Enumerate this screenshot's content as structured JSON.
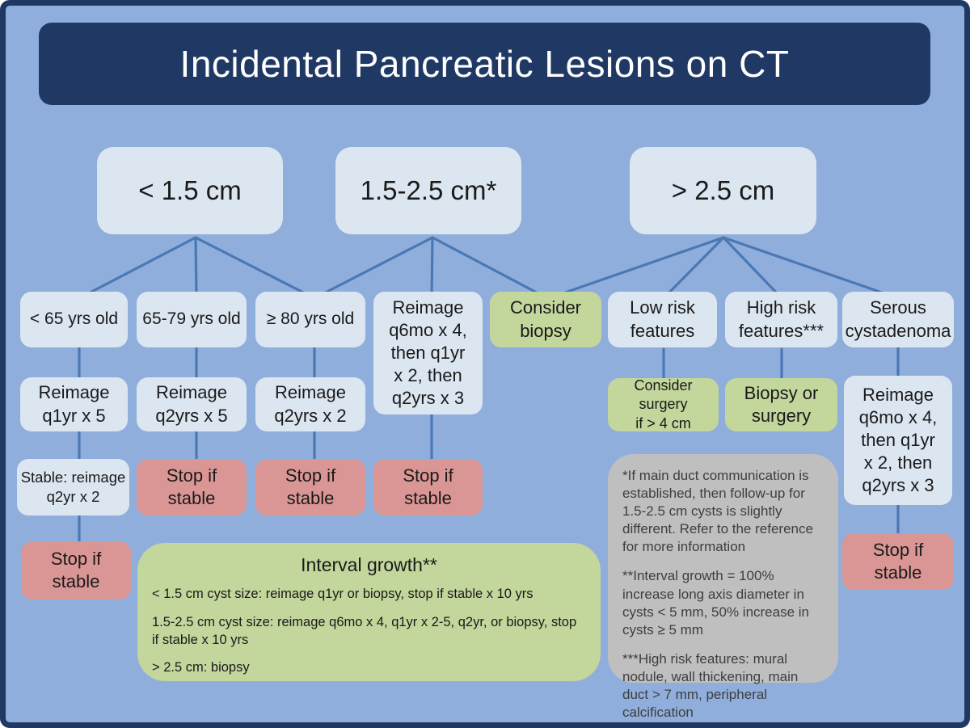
{
  "title": "Incidental Pancreatic Lesions on CT",
  "colors": {
    "bg": "#90aedb",
    "navy": "#1f3864",
    "node-light": "#dce6f1",
    "node-green": "#c3d69b",
    "node-pink": "#d99694",
    "node-gray": "#bfbfbf",
    "connector": "#4a78b4",
    "text": "#1a1a1a",
    "gray-text": "#3e3e3e",
    "title-text": "#ffffff"
  },
  "nodes": {
    "size_lt15": {
      "label": "< 1.5 cm"
    },
    "size_15_25": {
      "label": "1.5-2.5 cm*"
    },
    "size_gt25": {
      "label": "> 2.5 cm"
    },
    "age_lt65": {
      "label": "< 65 yrs old"
    },
    "age_65_79": {
      "label": "65-79 yrs old"
    },
    "age_ge80": {
      "label": "≥ 80 yrs old"
    },
    "reimage_15_25": {
      "label": "Reimage\nq6mo x 4,\nthen q1yr\nx 2, then\nq2yrs x 3"
    },
    "consider_biopsy": {
      "label": "Consider\nbiopsy"
    },
    "low_risk": {
      "label": "Low risk\nfeatures"
    },
    "high_risk": {
      "label": "High risk\nfeatures***"
    },
    "serous": {
      "label": "Serous\ncystadenoma"
    },
    "reimage_q1yr_x5": {
      "label": "Reimage\nq1yr x 5"
    },
    "reimage_q2yrs_x5": {
      "label": "Reimage\nq2yrs x 5"
    },
    "reimage_q2yrs_x2": {
      "label": "Reimage\nq2yrs x 2"
    },
    "consider_surgery": {
      "label": "Consider surgery\nif > 4 cm"
    },
    "biopsy_or_surgery": {
      "label": "Biopsy or\nsurgery"
    },
    "reimage_serous": {
      "label": "Reimage\nq6mo x 4,\nthen q1yr\nx 2, then\nq2yrs x 3"
    },
    "stable_reimage": {
      "label": "Stable: reimage\nq2yr x 2"
    },
    "stop_col1": {
      "label": "Stop if\nstable"
    },
    "stop_col2": {
      "label": "Stop if\nstable"
    },
    "stop_col3": {
      "label": "Stop if\nstable"
    },
    "stop_col4": {
      "label": "Stop if\nstable"
    },
    "stop_serous": {
      "label": "Stop if\nstable"
    }
  },
  "interval_growth": {
    "title": "Interval growth**",
    "lines": [
      "< 1.5 cm cyst size: reimage q1yr or biopsy, stop if stable x 10 yrs",
      "1.5-2.5 cm cyst size: reimage q6mo x 4, q1yr x 2-5, q2yr, or biopsy, stop if stable x 10 yrs",
      "> 2.5 cm: biopsy"
    ]
  },
  "footnotes": {
    "items": [
      "*If main duct communication is established, then follow-up for 1.5-2.5 cm cysts is slightly different. Refer to the reference for more information",
      "**Interval growth = 100% increase long axis diameter in cysts < 5 mm, 50% increase in cysts ≥ 5 mm",
      "***High risk features: mural nodule, wall thickening, main duct > 7 mm, peripheral calcification"
    ]
  }
}
